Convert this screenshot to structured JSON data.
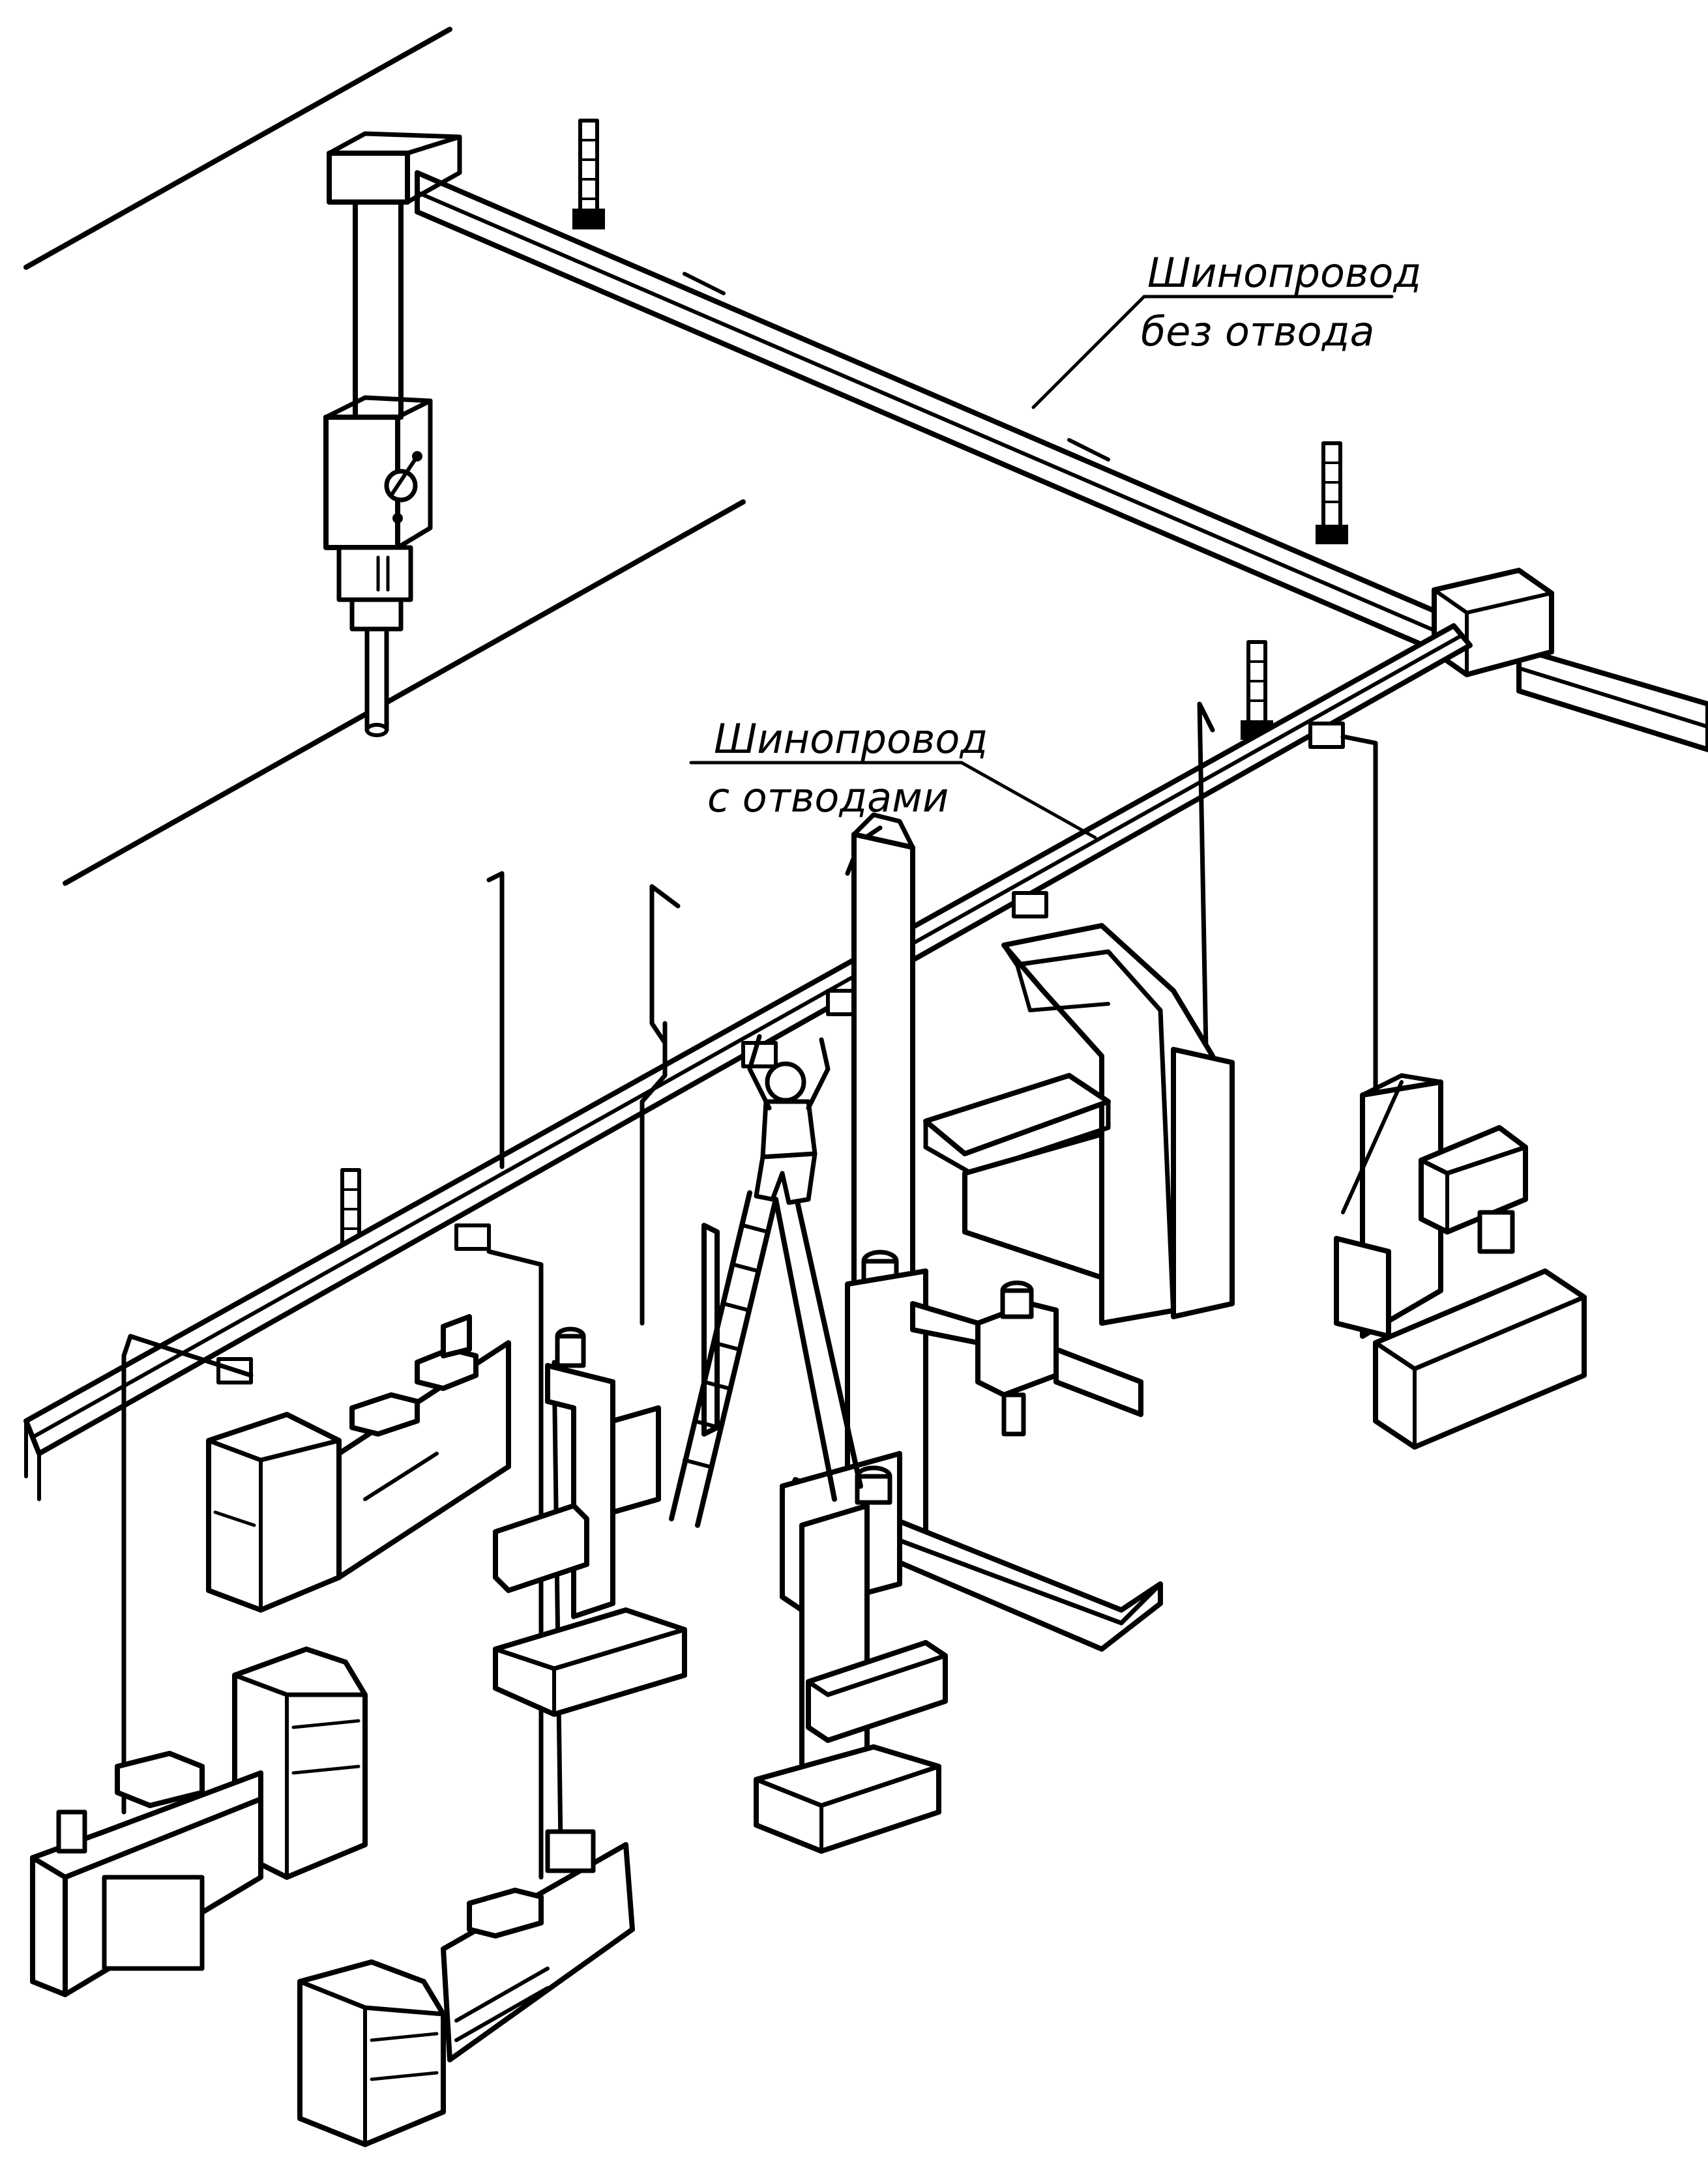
{
  "labels": {
    "busway_without_taps": [
      "Шинопровод",
      "без отвода"
    ],
    "busway_with_taps": [
      "Шинопровод",
      "с отводами"
    ]
  },
  "colors": {
    "line": "#000000",
    "background": "#ffffff"
  }
}
